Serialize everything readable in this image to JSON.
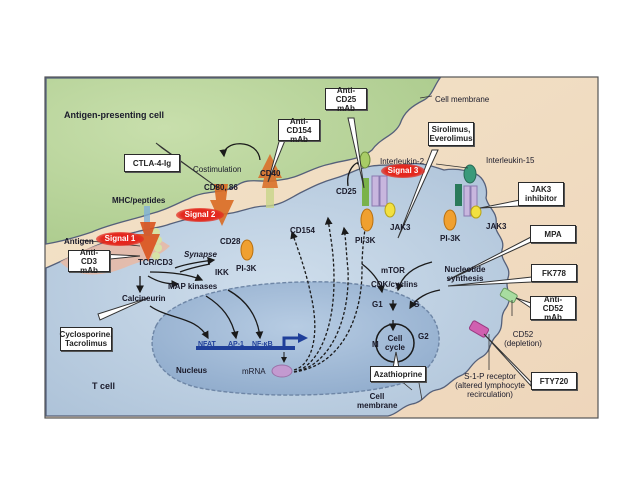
{
  "regions": {
    "apc": "Antigen-presenting cell",
    "tcell": "T cell",
    "nucleus": "Nucleus",
    "cell_membrane_top": "Cell membrane",
    "cell_membrane_bottom": "Cell membrane"
  },
  "signals": {
    "signal1": "Signal 1",
    "signal2": "Signal 2",
    "signal3": "Signal 3"
  },
  "molecules": {
    "antigen": "Antigen",
    "mhc": "MHC/peptides",
    "tcr": "TCR/CD3",
    "synapse": "Synapse",
    "cd80": "CD80, 86",
    "cd28": "CD28",
    "costim": "Costimulation",
    "cd40": "CD40",
    "cd154": "CD154",
    "il2": "Interleukin-2",
    "cd25": "CD25",
    "jak3_a": "JAK3",
    "pi3k_a": "PI-3K",
    "pi3k_b": "PI-3K",
    "pi3k_c": "PI-3K",
    "il15": "Interleukin-15",
    "jak3_b": "JAK3",
    "mtor": "mTOR",
    "cdk": "CDK/cyclins",
    "nucleotide": "Nucleotide synthesis",
    "ikk": "IKK",
    "map": "MAP kinases",
    "calcineurin": "Calcineurin",
    "nfat": "NFAT",
    "ap1": "AP-1",
    "nfkb": "NF-κB",
    "mrna": "mRNA",
    "g1": "G1",
    "s": "S",
    "g2": "G2",
    "m": "M",
    "cellcycle": "Cell cycle",
    "cd52": "CD52 (depletion)",
    "s1p": "S-1-P receptor (altered lymphocyte recirculation)"
  },
  "drugs": {
    "ctla4": "CTLA-4-Ig",
    "anticd3": "Anti-CD3 mAb",
    "cyclosporine": "Cyclosporine, Tacrolimus",
    "anticd154": "Anti-CD154 mAb",
    "anticd25": "Anti-CD25 mAb",
    "sirolimus": "Sirolimus, Everolimus",
    "jak3inh": "JAK3 inhibitor",
    "mpa": "MPA",
    "fk778": "FK778",
    "anticd52": "Anti-CD52 mAb",
    "fty720": "FTY720",
    "azathioprine": "Azathioprine"
  },
  "colors": {
    "apc_green": "#b9d39a",
    "tcell_blue": "#b6cbe0",
    "nucleus_blue": "#9fb8d6",
    "background_peach": "#f0dcc0",
    "signal_red": "#e32a1f",
    "transcription_blue": "#1f3f9a"
  }
}
